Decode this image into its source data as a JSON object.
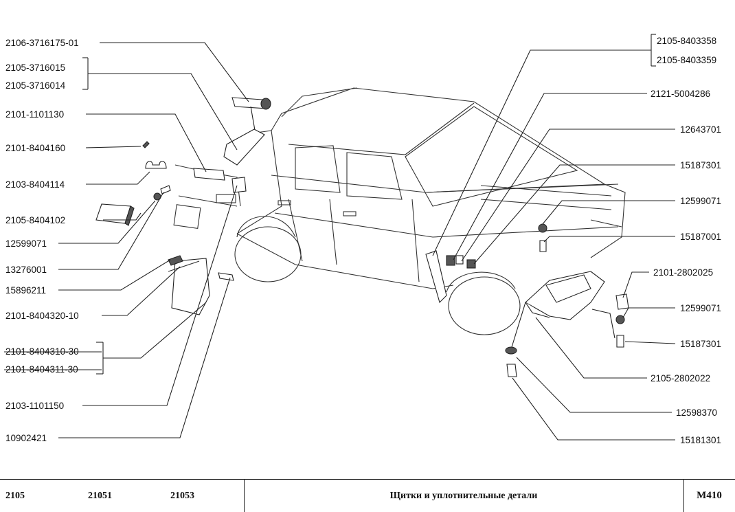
{
  "left_parts": [
    "2106-3716175-01",
    "2105-3716015",
    "2105-3716014",
    "2101-1101130",
    "2101-8404160",
    "2103-8404114",
    "2105-8404102",
    "12599071",
    "13276001",
    "15896211",
    "2101-8404320-10",
    "2101-8404310-30",
    "2101-8404311-30",
    "2103-1101150",
    "10902421"
  ],
  "right_parts": [
    "2105-8403358",
    "2105-8403359",
    "2121-5004286",
    "12643701",
    "15187301",
    "12599071",
    "15187001",
    "2101-2802025",
    "12599071",
    "15187301",
    "2105-2802022",
    "12598370",
    "15181301"
  ],
  "footer": {
    "models": [
      "2105",
      "21051",
      "21053"
    ],
    "title": "Щитки и уплотнительные детали",
    "code": "M410"
  }
}
